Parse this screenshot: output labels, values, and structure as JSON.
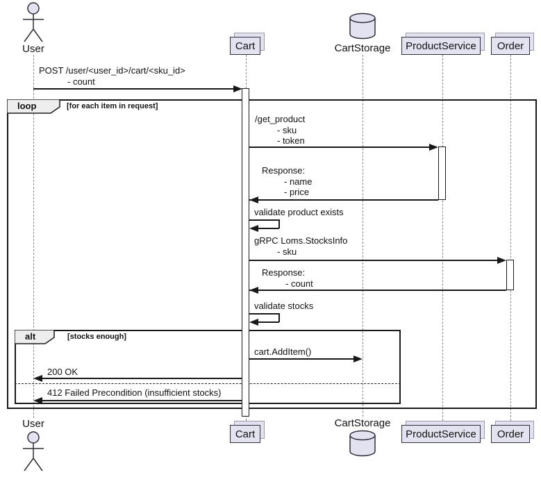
{
  "participants": {
    "user": "User",
    "cart": "Cart",
    "cart_storage": "CartStorage",
    "product_service": "ProductService",
    "order": "Order"
  },
  "frames": {
    "loop": {
      "label": "loop",
      "guard": "[for each item in request]"
    },
    "alt": {
      "label": "alt",
      "guard": "[stocks enough]"
    }
  },
  "messages": {
    "post_cart": {
      "line1": "POST /user/<user_id>/cart/<sku_id>",
      "line2": "- count"
    },
    "get_product": {
      "line1": "/get_product",
      "line2": "- sku",
      "line3": "- token"
    },
    "get_product_response": {
      "line1": "Response:",
      "line2": "- name",
      "line3": "- price"
    },
    "validate_product": {
      "line1": "validate product exists"
    },
    "stocks_info": {
      "line1": "gRPC Loms.StocksInfo",
      "line2": "- sku"
    },
    "stocks_response": {
      "line1": "Response:",
      "line2": "- count"
    },
    "validate_stocks": {
      "line1": "validate stocks"
    },
    "add_item": {
      "line1": "cart.AddItem()"
    },
    "ok_200": {
      "line1": "200 OK"
    },
    "failed_412": {
      "line1": "412 Failed Precondition (insufficient stocks)"
    }
  },
  "colors": {
    "participant_fill": "#E2E2F0",
    "border_dark": "#181818",
    "frame_label_fill": "#EEEEEE",
    "lifeline_gray": "#8A8A8A"
  }
}
